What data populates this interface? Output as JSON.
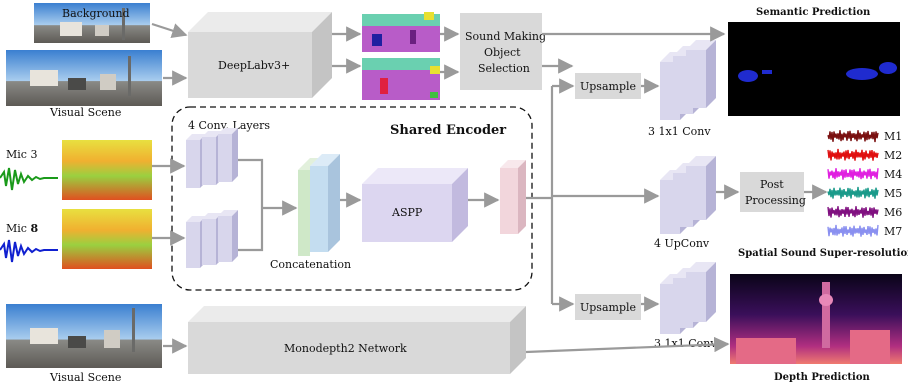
{
  "colors": {
    "arrow": "#9a9a9a",
    "box_front": "#d9d9d9",
    "box_side": "#c4c4c4",
    "box_top": "#ebebeb",
    "conv_front": "#d8d6ec",
    "conv_side": "#b6b3d6",
    "aspp_front": "#dcd6f0",
    "concat_green": "#cfe8c8",
    "concat_blue": "#c4ddf0",
    "enc_out": "#f2d6dc",
    "semantic_bg": "#000000",
    "semantic_blob": "#1f2bcf"
  },
  "labels": {
    "background": "Background",
    "visual_scene_top": "Visual Scene",
    "deeplab": "DeepLabv3+",
    "sound_selection": [
      "Sound Making",
      "Object",
      "Selection"
    ],
    "semantic_prediction": "Semantic Prediction",
    "upsample_top": "Upsample",
    "conv_1x1_top": "3 1x1 Conv",
    "conv_layers": "4 Conv. Layers",
    "shared_encoder": "Shared Encoder",
    "mic3_prefix": "Mic 3",
    "mic8_prefix": "Mic ",
    "mic8_num": "8",
    "concatenation": "Concatenation",
    "aspp": "ASPP",
    "upconv": "4 UpConv",
    "post_processing": [
      "Post",
      "Processing"
    ],
    "spatial_sound": "Spatial Sound Super-resolution",
    "upsample_bottom": "Upsample",
    "conv_1x1_bottom": "3 1x1 Conv.",
    "monodepth": "Monodepth2 Network",
    "visual_scene_bottom": "Visual Scene",
    "depth_prediction": "Depth Prediction"
  },
  "mics": [
    {
      "label": "M1",
      "color": "#7a1010"
    },
    {
      "label": "M2",
      "color": "#e01010"
    },
    {
      "label": "M4",
      "color": "#e020e0"
    },
    {
      "label": "M5",
      "color": "#1a9a8a"
    },
    {
      "label": "M6",
      "color": "#801080"
    },
    {
      "label": "M7",
      "color": "#8a90f0"
    }
  ]
}
